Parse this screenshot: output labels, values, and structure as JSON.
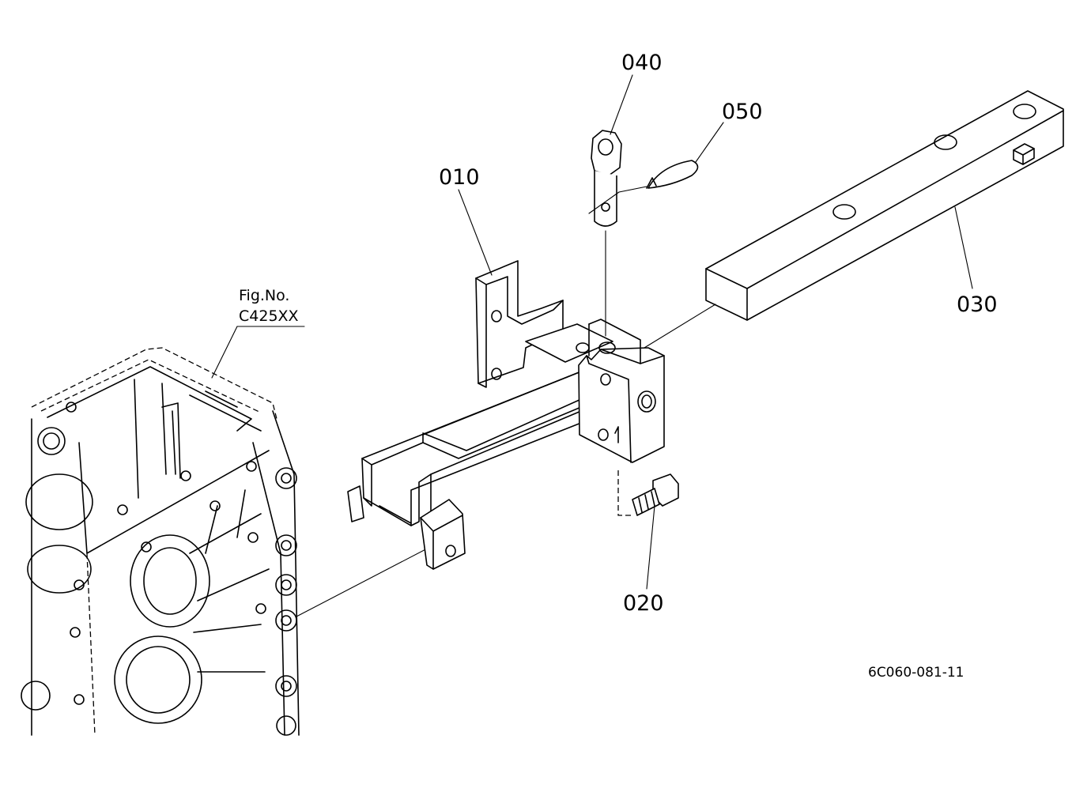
{
  "parts": {
    "p010": "010",
    "p020": "020",
    "p030": "030",
    "p040": "040",
    "p050": "050"
  },
  "reference": {
    "line1": "Fig.No.",
    "line2": "C425XX"
  },
  "drawing_code": "6C060-081-11"
}
